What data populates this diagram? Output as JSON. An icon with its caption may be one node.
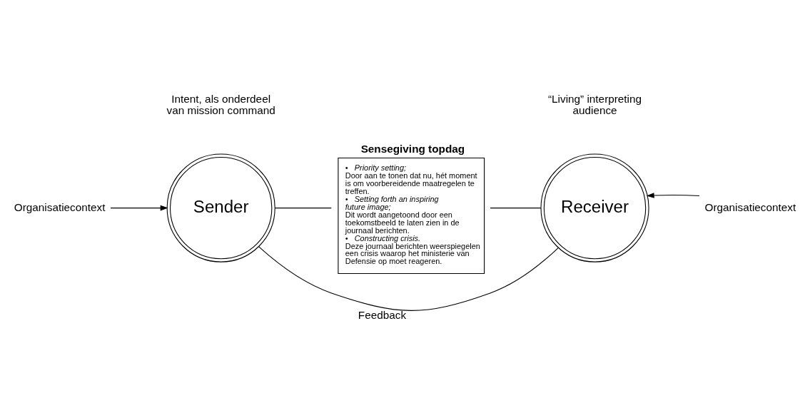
{
  "diagram": {
    "nodes": [
      {
        "text": [
          "Organisatiecontext"
        ]
      },
      {
        "text": [
          "Sender"
        ]
      },
      {
        "text": [
          "Sensegiving topdag",
          "•   Priority setting;",
          "Door aan te tonen dat nu, hét moment is om voorbereidende maatregelen te treffen.",
          "•   Setting forth an inspiring future image;",
          "Dit wordt aangetoond door een toekomstbeeld te laten zien in de journaal berichten.",
          "•   Constructing crisis.",
          "Deze journaal berichten weerspiegelen een crisis waarop het ministerie van Defensie op moet reageren."
        ]
      },
      {
        "text": [
          "Receiver"
        ]
      },
      {
        "text": [
          "Organisatiecontext"
        ]
      }
    ],
    "edges": [
      {
        "from": 0,
        "to": 1,
        "arrow": "to"
      },
      {
        "from": 4,
        "to": 3,
        "arrow": "to"
      },
      {
        "from": 1,
        "to": 2,
        "arrow": "none"
      },
      {
        "from": 2,
        "to": 3,
        "arrow": "none"
      },
      {
        "from": 1,
        "to": 3,
        "arrow": "none",
        "label": "Feedback"
      }
    ],
    "labels": [
      "Intent, als onderdeel van mission command",
      "“Living” interpreting audience"
    ]
  }
}
